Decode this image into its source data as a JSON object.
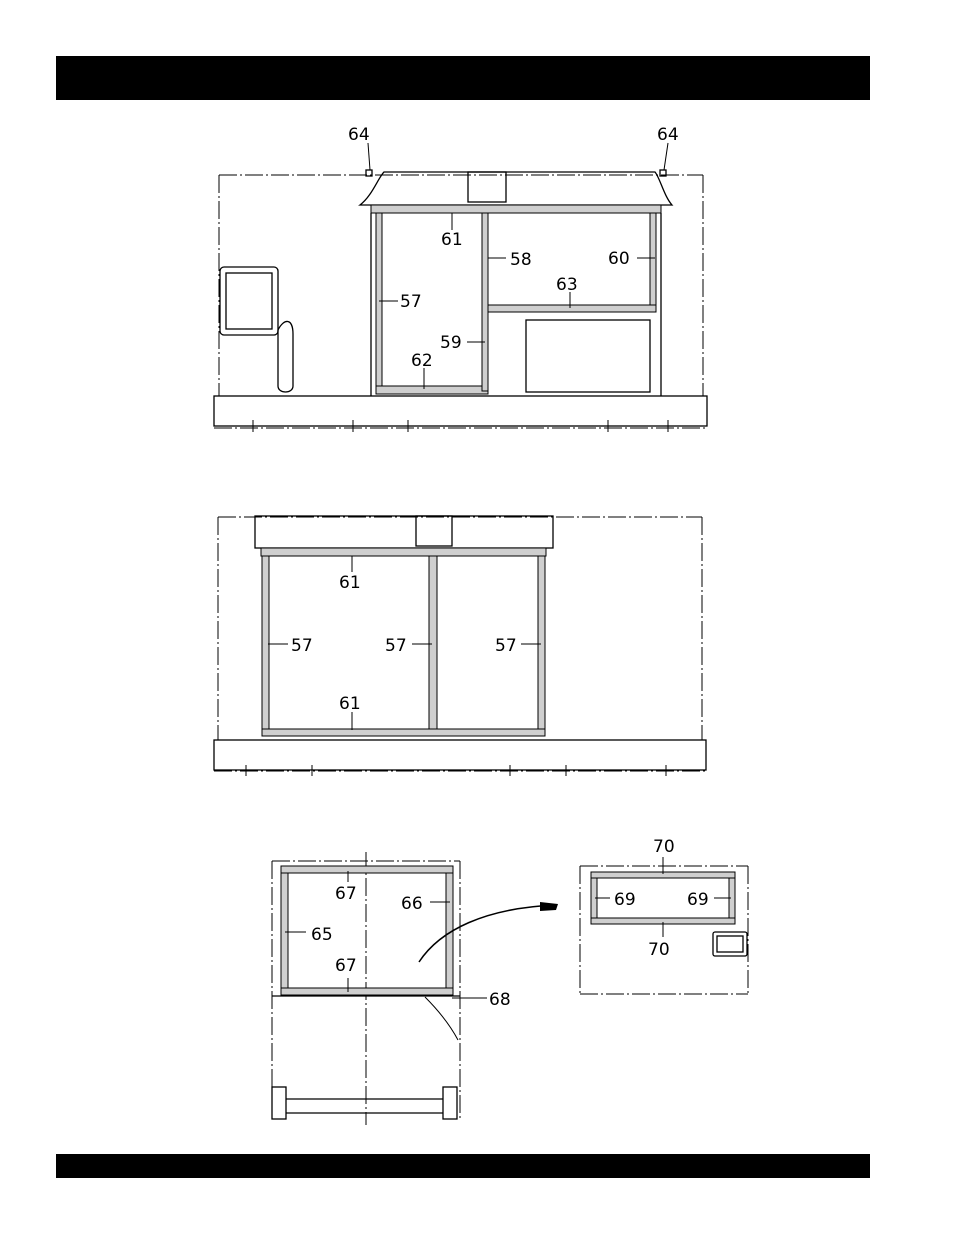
{
  "labels": {
    "front_view": {
      "l64_left": "64",
      "l64_right": "64",
      "l61": "61",
      "l58": "58",
      "l60": "60",
      "l57": "57",
      "l63": "63",
      "l59": "59",
      "l62": "62"
    },
    "rear_view": {
      "l61_top": "61",
      "l57_left": "57",
      "l57_center": "57",
      "l57_right": "57",
      "l61_bottom": "61"
    },
    "top_view": {
      "l67_top": "67",
      "l66": "66",
      "l65": "65",
      "l67_bottom": "67",
      "l68": "68"
    },
    "detail_view": {
      "l70_top": "70",
      "l69_left": "69",
      "l69_right": "69",
      "l70_bottom": "70"
    }
  }
}
